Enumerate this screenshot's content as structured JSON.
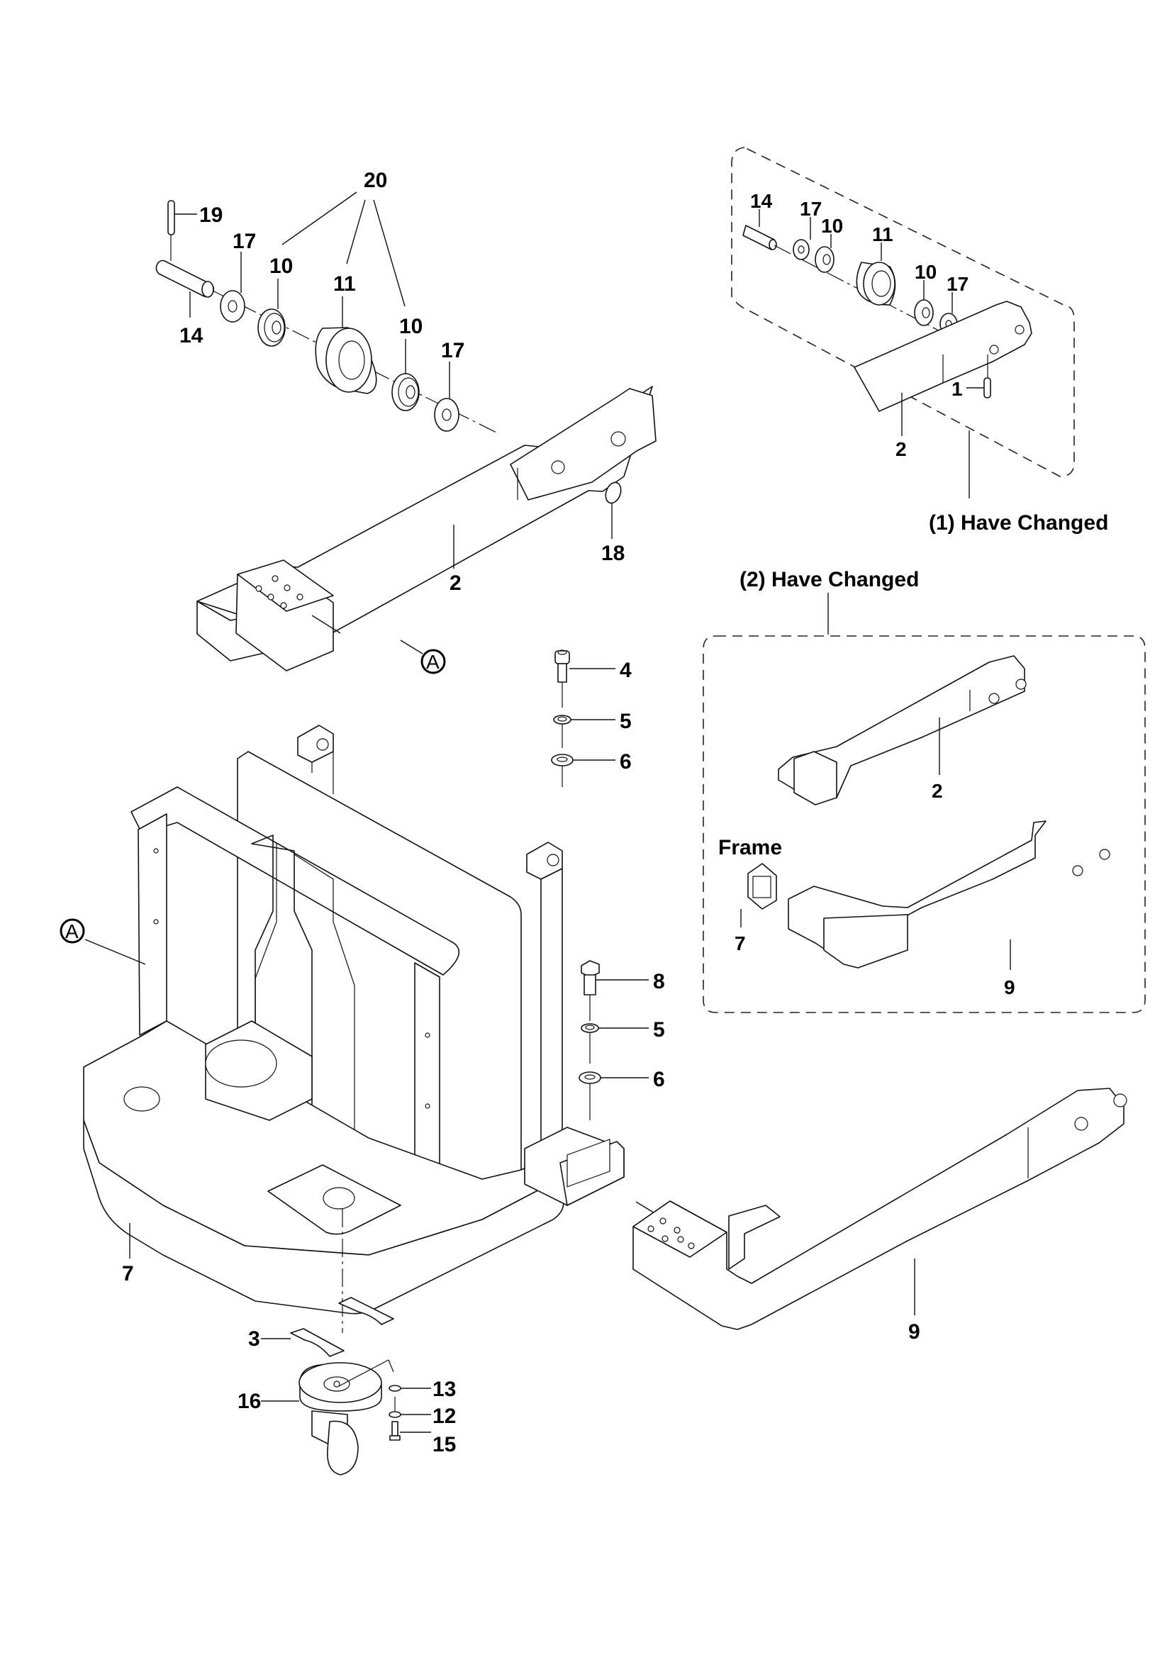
{
  "diagram": {
    "type": "exploded-parts-drawing",
    "main_assembly": {
      "load_arm_group": {
        "callouts": {
          "c20": "20",
          "c19": "19",
          "c17a": "17",
          "c10a": "10",
          "c11": "11",
          "c14": "14",
          "c10b": "10",
          "c17b": "17",
          "c2": "2",
          "c18": "18"
        },
        "ref_marker": "A"
      },
      "fasteners_upper": {
        "c4": "4",
        "c5": "5",
        "c6": "6"
      },
      "fasteners_lower": {
        "c8": "8",
        "c5": "5",
        "c6": "6"
      },
      "frame": {
        "c7": "7",
        "ref_marker": "A"
      },
      "right_arm": {
        "c9": "9"
      },
      "caster_group": {
        "c3": "3",
        "c16": "16",
        "c13": "13",
        "c12": "12",
        "c15": "15"
      }
    },
    "change_note_1": {
      "label": "(1) Have Changed",
      "callouts": {
        "c14": "14",
        "c17a": "17",
        "c10a": "10",
        "c11": "11",
        "c10b": "10",
        "c17b": "17",
        "c1": "1",
        "c2": "2"
      }
    },
    "change_note_2": {
      "label": "(2) Have Changed",
      "callouts": {
        "c2": "2",
        "frame_label": "Frame",
        "c7": "7",
        "c9": "9"
      }
    }
  }
}
